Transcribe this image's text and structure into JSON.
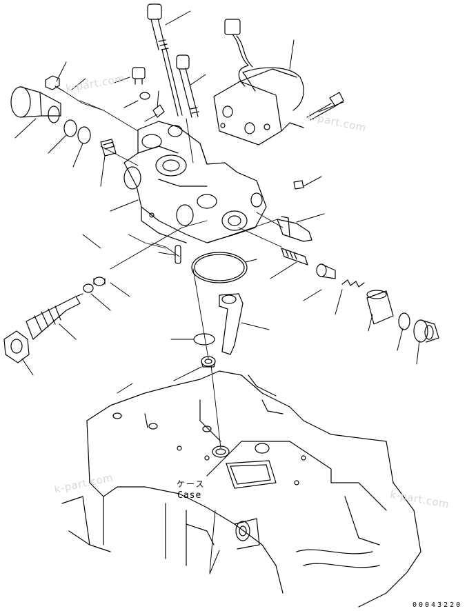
{
  "labels": {
    "case_jp": "ケース",
    "case_en": "Case",
    "drawing_number": "00043220"
  },
  "watermarks": [
    "k-part.com",
    "k-part.com",
    "k-part.com",
    "k-part.com"
  ],
  "colors": {
    "line": "#000000",
    "watermark": "#d8d8d8",
    "background": "#ffffff"
  }
}
